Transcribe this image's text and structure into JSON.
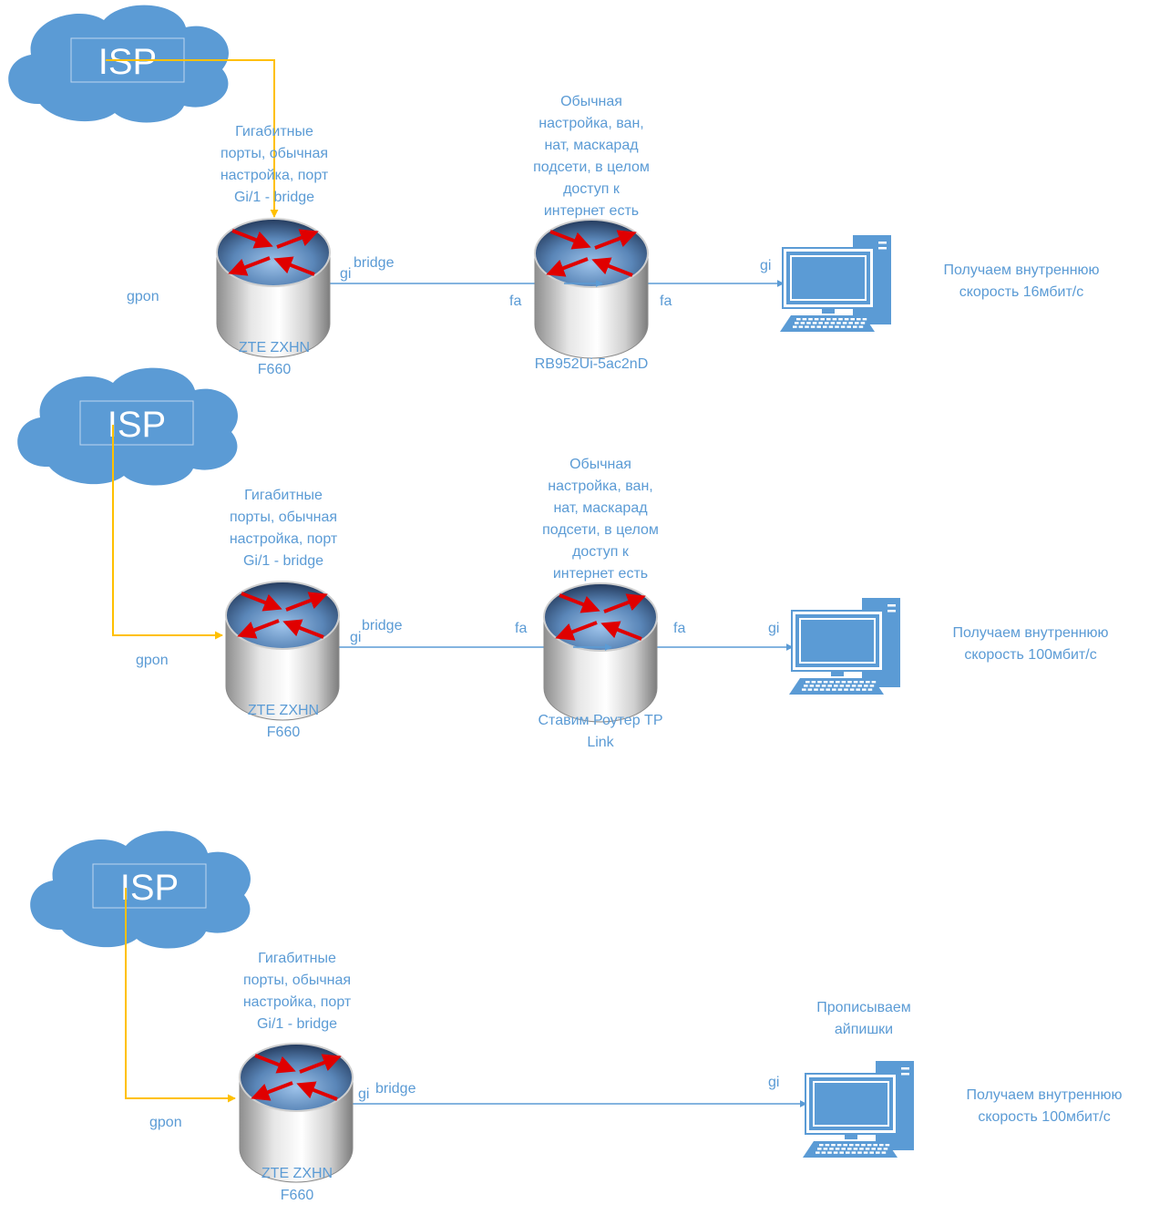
{
  "colors": {
    "cloud": "#5b9bd5",
    "label": "#5b9bd5",
    "gpon_line": "#ffc000",
    "eth_line": "#5b9bd5",
    "router_arrow": "#e00000",
    "computer": "#5b9bd5"
  },
  "icons": [
    "cloud-icon",
    "router-icon",
    "desktop-computer-icon"
  ],
  "rows": [
    {
      "isp_label": "ISP",
      "gpon_label": "gpon",
      "zte_note": [
        "Гигабитные",
        "порты, обычная",
        "настройка, порт",
        "Gi/1 - bridge"
      ],
      "zte_name": [
        "ZTE ZXHN",
        "F660"
      ],
      "zte_port": "gi",
      "bridge_label": "bridge",
      "router_note": [
        "Обычная",
        "настройка, ван,",
        "нат, маскарад",
        "подсети, в целом",
        "доступ к",
        "интернет есть"
      ],
      "router_name": [
        "RB952Ui-5ac2nD"
      ],
      "router_in_port": "fa",
      "router_out_port": "fa",
      "pc_port": "gi",
      "pc_note": [],
      "result": [
        "Получаем внутреннюю",
        "скорость 16мбит/с"
      ]
    },
    {
      "isp_label": "ISP",
      "gpon_label": "gpon",
      "zte_note": [
        "Гигабитные",
        "порты, обычная",
        "настройка, порт",
        "Gi/1 - bridge"
      ],
      "zte_name": [
        "ZTE ZXHN",
        "F660"
      ],
      "zte_port": "gi",
      "bridge_label": "bridge",
      "router_note": [
        "Обычная",
        "настройка, ван,",
        "нат, маскарад",
        "подсети, в целом",
        "доступ к",
        "интернет есть"
      ],
      "router_name": [
        "Ставим Роутер TP",
        "Link"
      ],
      "router_in_port": "fa",
      "router_out_port": "fa",
      "pc_port": "gi",
      "pc_note": [],
      "result": [
        "Получаем внутреннюю",
        "скорость 100мбит/с"
      ]
    },
    {
      "isp_label": "ISP",
      "gpon_label": "gpon",
      "zte_note": [
        "Гигабитные",
        "порты, обычная",
        "настройка, порт",
        "Gi/1 - bridge"
      ],
      "zte_name": [
        "ZTE ZXHN",
        "F660"
      ],
      "zte_port": "gi",
      "bridge_label": "bridge",
      "router_note": [],
      "router_name": [],
      "router_in_port": "",
      "router_out_port": "",
      "pc_port": "gi",
      "pc_note": [
        "Прописываем",
        "айпишки"
      ],
      "result": [
        "Получаем внутреннюю",
        "скорость 100мбит/с"
      ]
    }
  ]
}
